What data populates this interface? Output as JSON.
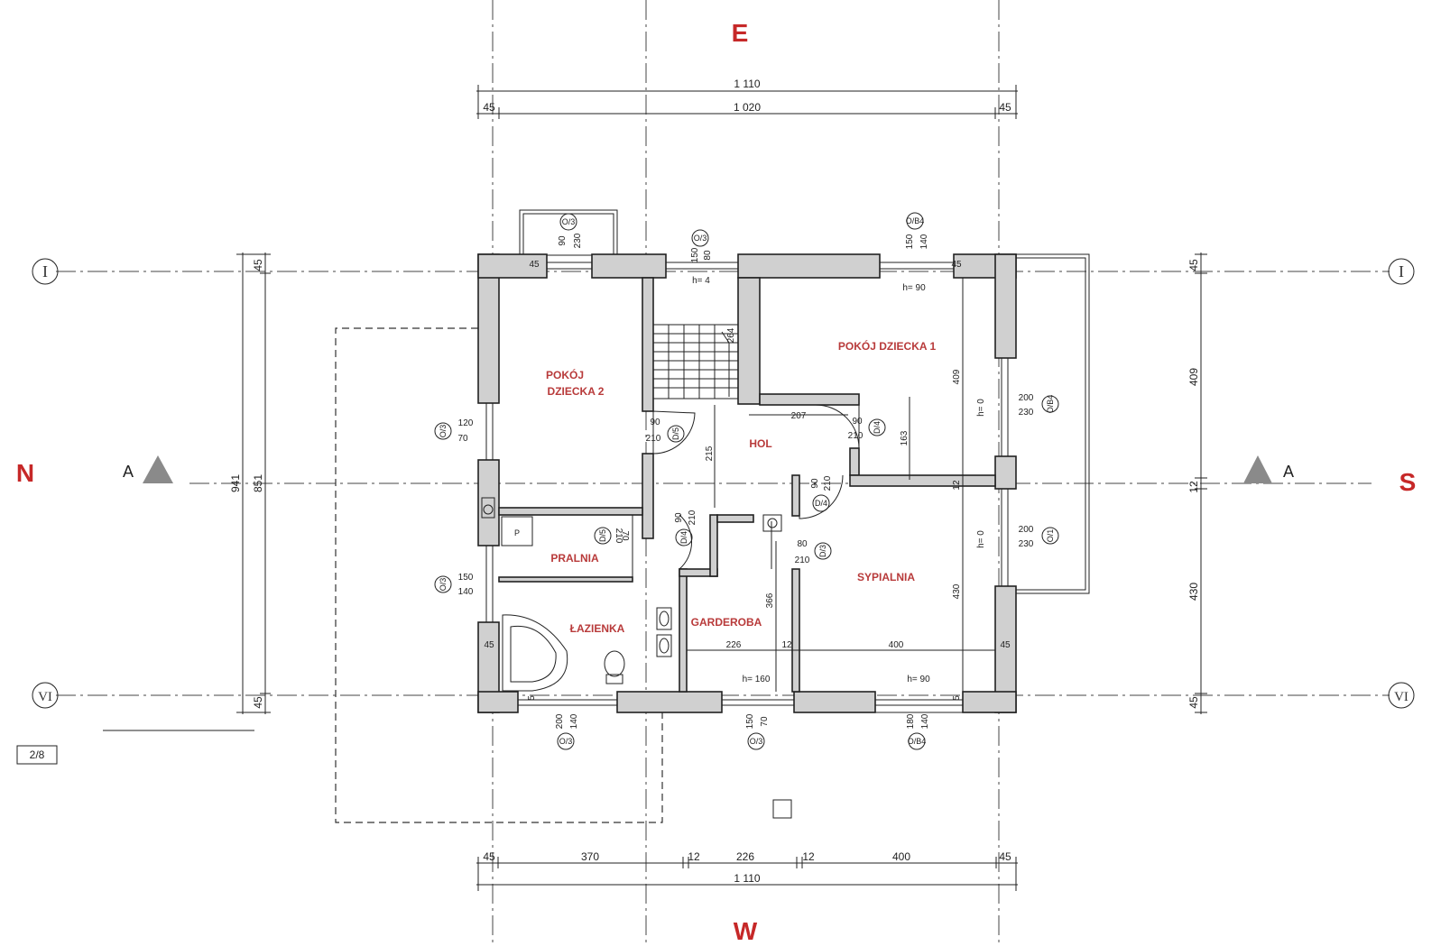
{
  "compass": {
    "north": "N",
    "south": "S",
    "east": "E",
    "west": "W"
  },
  "section_marker": {
    "left": "A",
    "right": "A"
  },
  "axes": {
    "top": "I",
    "bottom": "VI"
  },
  "sheet_number": "2/8",
  "rooms": {
    "child_room_2_line1": "POKÓJ",
    "child_room_2_line2": "DZIECKA 2",
    "child_room_1": "POKÓJ DZIECKA 1",
    "hall": "HOL",
    "laundry": "PRALNIA",
    "bathroom": "ŁAZIENKA",
    "wardrobe": "GARDEROBA",
    "bedroom": "SYPIALNIA"
  },
  "dimensions": {
    "top_total": "1 110",
    "top_inner": "1 020",
    "top_left_wall": "45",
    "top_right_wall": "45",
    "bottom_total": "1 110",
    "bottom_segments": [
      "45",
      "370",
      "12",
      "226",
      "12",
      "400",
      "45"
    ],
    "left_outer": "941",
    "left_inner": "851",
    "left_top_wall": "45",
    "left_bottom_wall": "45",
    "right_upper": "409",
    "right_mid": "12",
    "right_lower": "430",
    "right_top_wall": "45",
    "right_bottom_wall": "45",
    "stair_width": "264",
    "hall_width": "207",
    "hall_depth": "215",
    "hall_door_height": "163",
    "room1_depth": "409",
    "wardrobe_depth": "366",
    "wardrobe_width": "226",
    "bedroom_width": "400",
    "bedroom_depth": "430",
    "partition_12": "12",
    "partition_12b": "12",
    "wall_45_a": "45",
    "wall_45_b": "45",
    "wall_45_c": "45",
    "wall_45_d": "45",
    "wall_5_a": "5",
    "wall_5_b": "5",
    "sill_h4": "h= 4",
    "sill_h90_top": "h= 90",
    "sill_h160": "h= 160",
    "sill_h90_bottom": "h= 90",
    "sill_h0_upper": "h= 0",
    "sill_h0_lower": "h= 0"
  },
  "openings": [
    {
      "tag": "O/3",
      "w": "90",
      "h": "230"
    },
    {
      "tag": "O/3",
      "w": "150",
      "h": "80"
    },
    {
      "tag": "O/B4",
      "w": "150",
      "h": "140"
    },
    {
      "tag": "O/3",
      "w": "120",
      "h": "70"
    },
    {
      "tag": "O/B4",
      "w": "200",
      "h": "230"
    },
    {
      "tag": "O/1",
      "w": "200",
      "h": "230"
    },
    {
      "tag": "O/3",
      "w": "150",
      "h": "140"
    },
    {
      "tag": "O/3",
      "w": "200",
      "h": "140"
    },
    {
      "tag": "O/3",
      "w": "150",
      "h": "70"
    },
    {
      "tag": "O/B4",
      "w": "180",
      "h": "140"
    }
  ],
  "doors": [
    {
      "tag": "D/5",
      "w": "90",
      "h": "210"
    },
    {
      "tag": "D/4",
      "w": "90",
      "h": "210"
    },
    {
      "tag": "D/4",
      "w": "90",
      "h": "210"
    },
    {
      "tag": "D/5",
      "w": "70",
      "h": "210"
    },
    {
      "tag": "D/4",
      "w": "90",
      "h": "210"
    },
    {
      "tag": "D/3",
      "w": "80",
      "h": "210"
    }
  ],
  "appliance_label": "P"
}
